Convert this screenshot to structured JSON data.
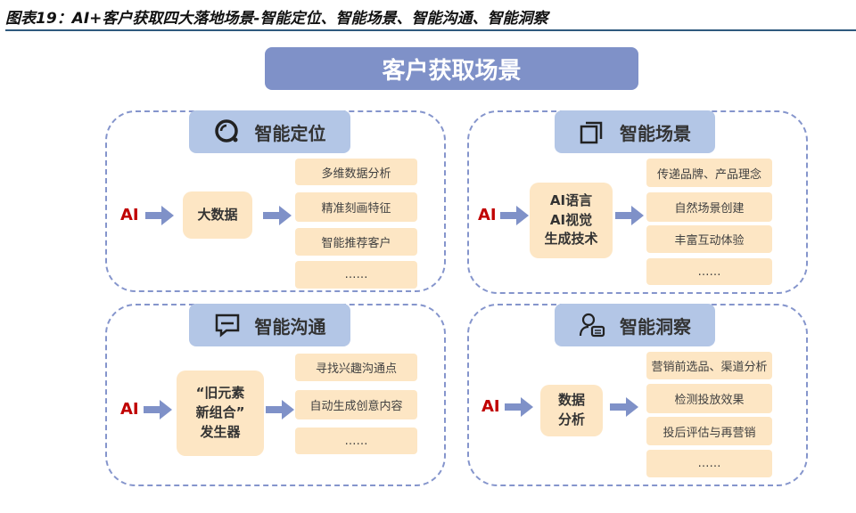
{
  "title": "图表19：AI+客户获取四大落地场景-智能定位、智能场景、智能沟通、智能洞察",
  "main_label": "客户获取场景",
  "colors": {
    "accent": "#7f91c8",
    "header": "#b3c6e6",
    "box": "#fde6c4",
    "ai": "#c00000"
  },
  "quadrants": [
    {
      "title": "智能定位",
      "icon": "magnifier-icon",
      "ai": "AI",
      "center": "大数据",
      "items": [
        "多维数据分析",
        "精准刻画特征",
        "智能推荐客户",
        "……"
      ]
    },
    {
      "title": "智能场景",
      "icon": "layers-icon",
      "ai": "AI",
      "center": "AI语言\nAI视觉\n生成技术",
      "items": [
        "传递品牌、产品理念",
        "自然场景创建",
        "丰富互动体验",
        "……"
      ]
    },
    {
      "title": "智能沟通",
      "icon": "chat-icon",
      "ai": "AI",
      "center": "“旧元素\n新组合”\n发生器",
      "items": [
        "寻找兴趣沟通点",
        "自动生成创意内容",
        "……"
      ]
    },
    {
      "title": "智能洞察",
      "icon": "user-card-icon",
      "ai": "AI",
      "center": "数据\n分析",
      "items": [
        "营销前选品、渠道分析",
        "检测投放效果",
        "投后评估与再营销",
        "……"
      ]
    }
  ]
}
